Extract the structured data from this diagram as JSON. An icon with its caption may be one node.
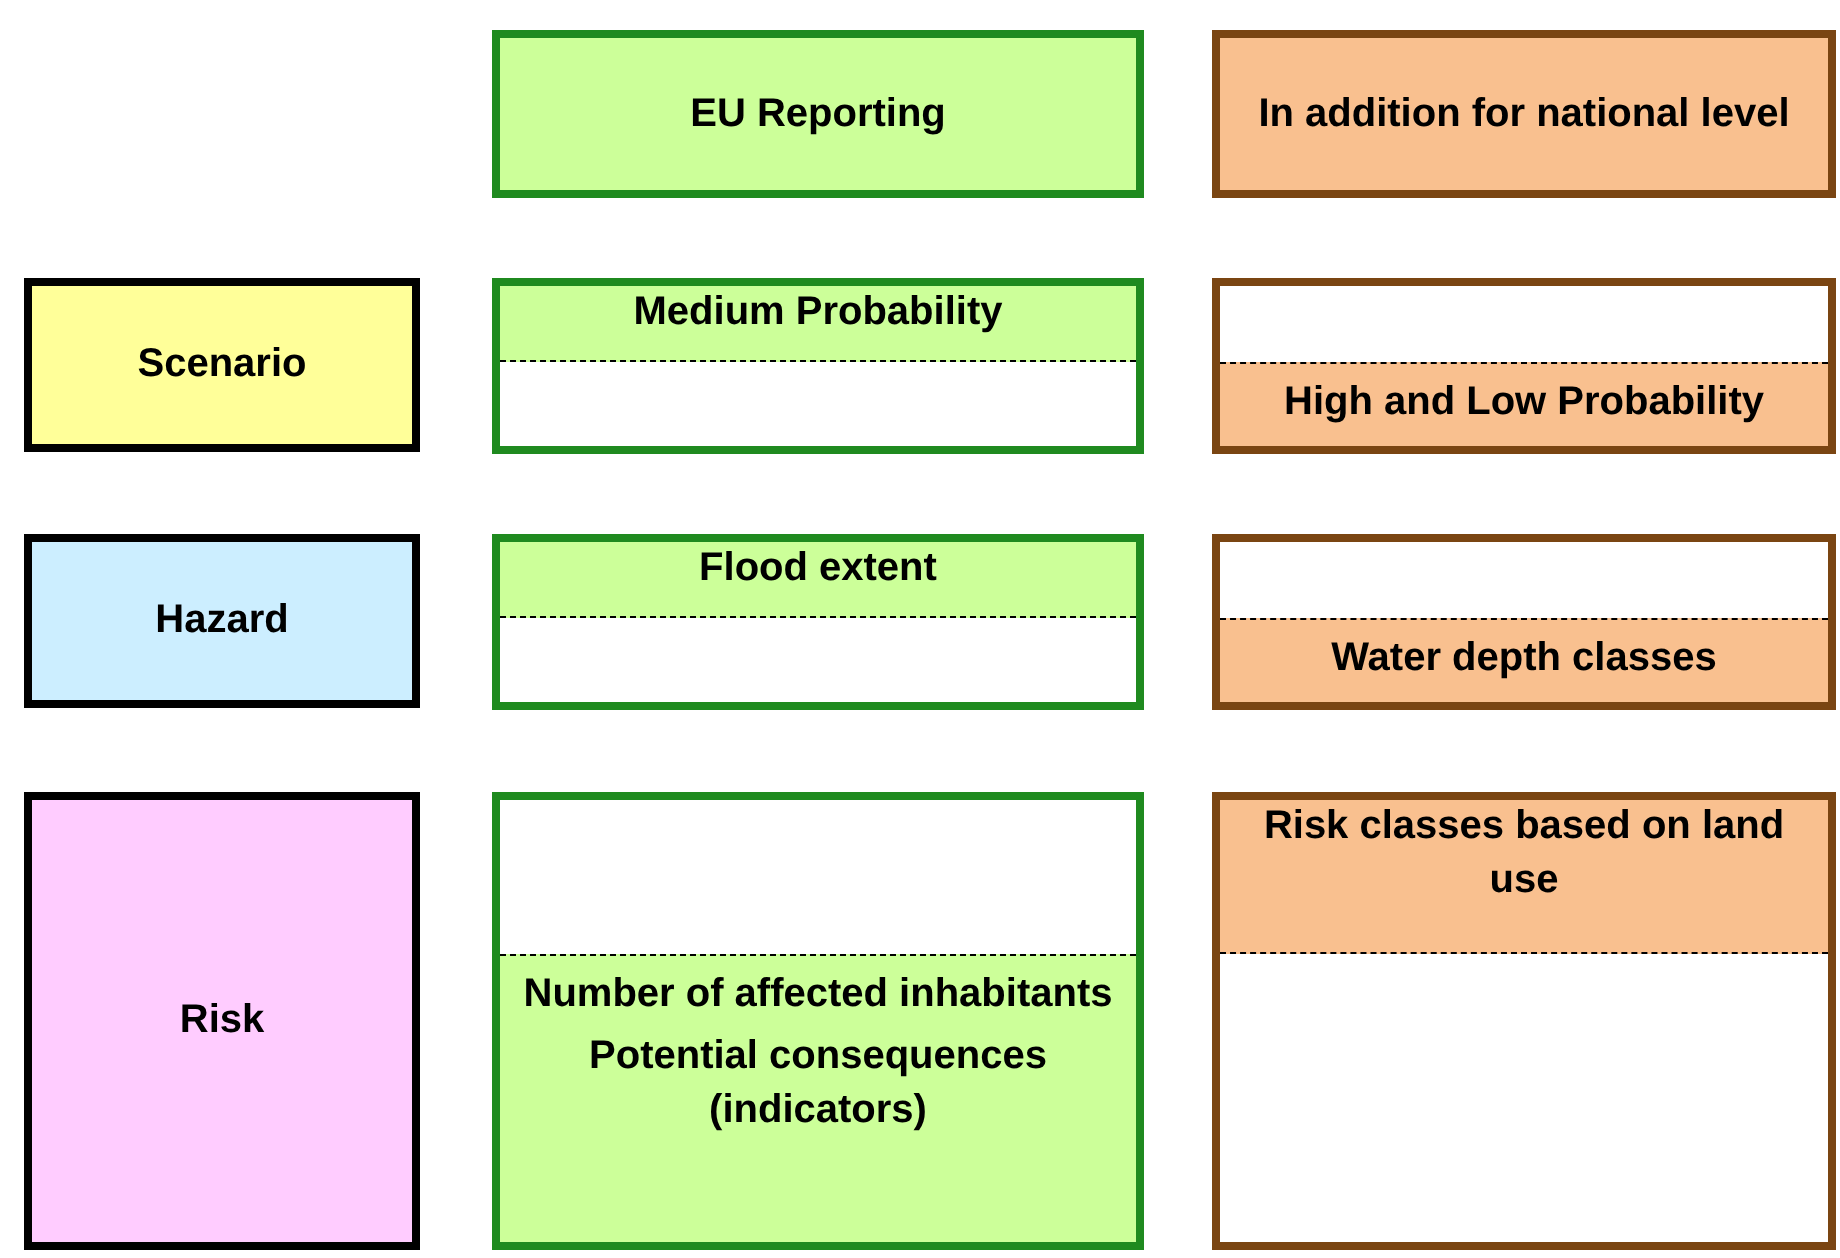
{
  "diagram": {
    "nodes": [
      {
        "text": [
          "EU Reporting"
        ]
      },
      {
        "text": [
          "In addition for national level"
        ]
      },
      {
        "text": [
          "Scenario"
        ]
      },
      {
        "text": [
          "Medium Probability"
        ]
      },
      {
        "text": [
          "High and Low Probability"
        ]
      },
      {
        "text": [
          "Hazard"
        ]
      },
      {
        "text": [
          "Flood extent"
        ]
      },
      {
        "text": [
          "Water depth classes"
        ]
      },
      {
        "text": [
          "Risk"
        ]
      },
      {
        "text": [
          "Number of affected inhabitants",
          "Potential consequences (indicators)"
        ]
      },
      {
        "text": [
          "Risk classes based on land use"
        ]
      }
    ]
  }
}
